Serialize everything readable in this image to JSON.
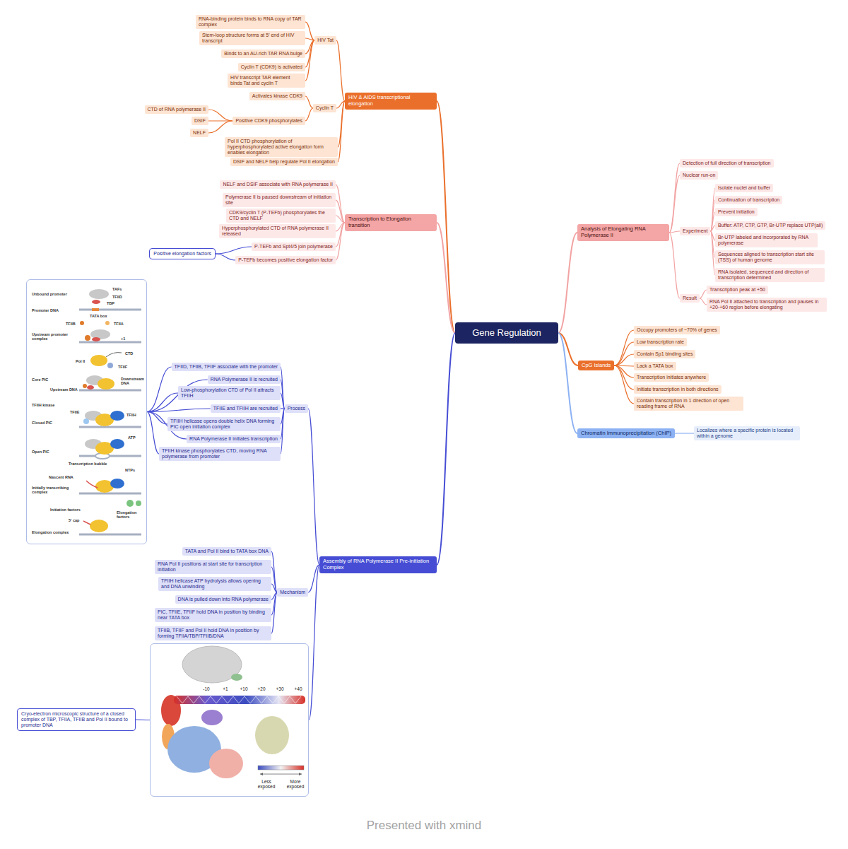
{
  "diagram": {
    "nodes": [
      {
        "text": [
          "Gene Regulation"
        ]
      },
      {
        "text": [
          "HIV & AIDS transcriptional elongation"
        ]
      },
      {
        "text": [
          "HIV Tat"
        ]
      },
      {
        "text": [
          "RNA-binding protein binds to RNA copy of TAR complex"
        ]
      },
      {
        "text": [
          "Stem-loop structure forms at 5' end of HIV transcript"
        ]
      },
      {
        "text": [
          "Binds to an AU-rich TAR RNA bulge"
        ]
      },
      {
        "text": [
          "Cyclin T (CDK9) is activated"
        ]
      },
      {
        "text": [
          "HIV transcript TAR element binds Tat and cyclin T"
        ]
      },
      {
        "text": [
          "Cyclin T"
        ]
      },
      {
        "text": [
          "Activates kinase CDK9"
        ]
      },
      {
        "text": [
          "Positive CDK9 phosphorylates"
        ]
      },
      {
        "text": [
          "CTD of RNA polymerase II"
        ]
      },
      {
        "text": [
          "DSIF"
        ]
      },
      {
        "text": [
          "NELF"
        ]
      },
      {
        "text": [
          "Pol II CTD phosphorylation of hyperphosphorylated active elongation form enables elongation"
        ]
      },
      {
        "text": [
          "DSIF and NELF help regulate Pol II elongation"
        ]
      },
      {
        "text": [
          "Transcription to Elongation transition"
        ]
      },
      {
        "text": [
          "NELF and DSIF associate with RNA polymerase II"
        ]
      },
      {
        "text": [
          "Polymerase II is paused downstream of initiation site"
        ]
      },
      {
        "text": [
          "CDK9/cyclin T (P-TEFb) phosphorylates the CTD and NELF"
        ]
      },
      {
        "text": [
          "Hyperphosphorylated CTD of RNA polymerase II released"
        ]
      },
      {
        "text": [
          "P-TEFb and Spt4/5 join polymerase"
        ]
      },
      {
        "text": [
          "P-TEFb becomes positive elongation factor"
        ]
      },
      {
        "text": [
          "Positive elongation factors"
        ]
      },
      {
        "text": [
          "Assembly of RNA Polymerase II Pre-initiation Complex"
        ]
      },
      {
        "text": [
          "Process"
        ]
      },
      {
        "text": [
          "TFIID, TFIIB, TFIIF associate with the promoter"
        ]
      },
      {
        "text": [
          "RNA Polymerase II is recruited"
        ]
      },
      {
        "text": [
          "Low-phosphorylation CTD of Pol II attracts TFIIH"
        ]
      },
      {
        "text": [
          "TFIIE and TFIIH are recruited"
        ]
      },
      {
        "text": [
          "TFIIH helicase opens double helix DNA forming PIC open initiation complex"
        ]
      },
      {
        "text": [
          "RNA Polymerase II initiates transcription"
        ]
      },
      {
        "text": [
          "TFIIH kinase phosphorylates CTD, moving RNA polymerase from promoter"
        ]
      },
      {
        "text": [
          "Unbound promoter",
          "TAFs",
          "TBP",
          "TFIID",
          "Promoter DNA",
          "TATA box",
          "TFIIB",
          "TFIIA",
          "Upstream promoter complex",
          "+1",
          "Pol II",
          "CTD",
          "TFIIF",
          "Core PIC",
          "Upstream DNA",
          "Downstream DNA",
          "TFIIE",
          "TFIIH kinase",
          "TFIIH",
          "Closed PIC",
          "ATP",
          "Open PIC",
          "Transcription bubble",
          "NTPs",
          "Nascent RNA",
          "Initially transcribing complex",
          "Elongation factors",
          "Initiation factors",
          "5' cap",
          "Elongation complex"
        ]
      },
      {
        "text": [
          "Mechanism"
        ]
      },
      {
        "text": [
          "TATA and Pol II bind to TATA box DNA"
        ]
      },
      {
        "text": [
          "RNA Pol II positions at start site for transcription initiation"
        ]
      },
      {
        "text": [
          "TFIIH helicase ATP hydrolysis allows opening and DNA unwinding"
        ]
      },
      {
        "text": [
          "DNA is pulled down into RNA polymerase"
        ]
      },
      {
        "text": [
          "PIC, TFIIE, TFIIF hold DNA in position by binding near TATA box"
        ]
      },
      {
        "text": [
          "TFIIB, TFIIF and Pol II hold DNA in position by forming TFIIA/TBP/TFIIB/DNA"
        ]
      },
      {
        "text": [
          "-10",
          "+1",
          "+10",
          "+20",
          "+30",
          "+40",
          "Less exposed",
          "More exposed"
        ]
      },
      {
        "text": [
          "Cryo-electron microscopic structure of a closed complex of TBP, TFIIA, TFIIB and Pol II bound to promoter DNA"
        ]
      },
      {
        "text": [
          "Analysis of Elongating RNA Polymerase II"
        ]
      },
      {
        "text": [
          "Detection of full direction of transcription"
        ]
      },
      {
        "text": [
          "Nuclear run-on"
        ]
      },
      {
        "text": [
          "Experiment"
        ]
      },
      {
        "text": [
          "Isolate nuclei and buffer"
        ]
      },
      {
        "text": [
          "Continuation of transcription"
        ]
      },
      {
        "text": [
          "Prevent initiation"
        ]
      },
      {
        "text": [
          "Buffer: ATP, CTP, GTP, Br-UTP replace UTP(all)"
        ]
      },
      {
        "text": [
          "Br-UTP labeled and incorporated by RNA polymerase"
        ]
      },
      {
        "text": [
          "Sequences aligned to transcription start site (TSS) of human genome"
        ]
      },
      {
        "text": [
          "RNA isolated, sequenced and direction of transcription determined"
        ]
      },
      {
        "text": [
          "Result"
        ]
      },
      {
        "text": [
          "Transcription peak at +50"
        ]
      },
      {
        "text": [
          "RNA Pol II attached to transcription and pauses in +20-+60 region before elongating"
        ]
      },
      {
        "text": [
          "CpG Islands"
        ]
      },
      {
        "text": [
          "Occupy promoters of ~70% of genes"
        ]
      },
      {
        "text": [
          "Low transcription rate"
        ]
      },
      {
        "text": [
          "Contain Sp1 binding sites"
        ]
      },
      {
        "text": [
          "Lack a TATA box"
        ]
      },
      {
        "text": [
          "Transcription initiates anywhere"
        ]
      },
      {
        "text": [
          "Initiate transcription in both directions"
        ]
      },
      {
        "text": [
          "Contain transcription in 1 direction of open reading frame of RNA"
        ]
      },
      {
        "text": [
          "Chromatin Immunoprecipitation (ChIP)"
        ]
      },
      {
        "text": [
          "Localizes where a specific protein is located within a genome"
        ]
      }
    ],
    "edges": [
      {
        "from": 0,
        "to": 1,
        "arrow": "none"
      },
      {
        "from": 0,
        "to": 16,
        "arrow": "none"
      },
      {
        "from": 0,
        "to": 24,
        "arrow": "none"
      },
      {
        "from": 0,
        "to": 43,
        "arrow": "none"
      },
      {
        "from": 0,
        "to": 57,
        "arrow": "none"
      },
      {
        "from": 0,
        "to": 65,
        "arrow": "none"
      },
      {
        "from": 1,
        "to": 2,
        "arrow": "none"
      },
      {
        "from": 1,
        "to": 8,
        "arrow": "none"
      },
      {
        "from": 1,
        "to": 14,
        "arrow": "none"
      },
      {
        "from": 1,
        "to": 15,
        "arrow": "none"
      },
      {
        "from": 2,
        "to": 3,
        "arrow": "none"
      },
      {
        "from": 2,
        "to": 4,
        "arrow": "none"
      },
      {
        "from": 2,
        "to": 5,
        "arrow": "none"
      },
      {
        "from": 2,
        "to": 6,
        "arrow": "none"
      },
      {
        "from": 2,
        "to": 7,
        "arrow": "none"
      },
      {
        "from": 8,
        "to": 9,
        "arrow": "none"
      },
      {
        "from": 8,
        "to": 10,
        "arrow": "none"
      },
      {
        "from": 10,
        "to": 11,
        "arrow": "none"
      },
      {
        "from": 10,
        "to": 12,
        "arrow": "none"
      },
      {
        "from": 10,
        "to": 13,
        "arrow": "none"
      },
      {
        "from": 16,
        "to": 17,
        "arrow": "none"
      },
      {
        "from": 16,
        "to": 18,
        "arrow": "none"
      },
      {
        "from": 16,
        "to": 19,
        "arrow": "none"
      },
      {
        "from": 16,
        "to": 20,
        "arrow": "none"
      },
      {
        "from": 16,
        "to": 21,
        "arrow": "none"
      },
      {
        "from": 16,
        "to": 22,
        "arrow": "none"
      },
      {
        "from": 21,
        "to": 23,
        "arrow": "none"
      },
      {
        "from": 22,
        "to": 23,
        "arrow": "none"
      },
      {
        "from": 24,
        "to": 25,
        "arrow": "none"
      },
      {
        "from": 24,
        "to": 34,
        "arrow": "none"
      },
      {
        "from": 24,
        "to": 41,
        "arrow": "none"
      },
      {
        "from": 25,
        "to": 26,
        "arrow": "none"
      },
      {
        "from": 25,
        "to": 27,
        "arrow": "none"
      },
      {
        "from": 25,
        "to": 28,
        "arrow": "none"
      },
      {
        "from": 25,
        "to": 29,
        "arrow": "none"
      },
      {
        "from": 25,
        "to": 30,
        "arrow": "none"
      },
      {
        "from": 25,
        "to": 31,
        "arrow": "none"
      },
      {
        "from": 25,
        "to": 32,
        "arrow": "none"
      },
      {
        "from": 26,
        "to": 33,
        "arrow": "none"
      },
      {
        "from": 27,
        "to": 33,
        "arrow": "none"
      },
      {
        "from": 28,
        "to": 33,
        "arrow": "none"
      },
      {
        "from": 29,
        "to": 33,
        "arrow": "none"
      },
      {
        "from": 30,
        "to": 33,
        "arrow": "none"
      },
      {
        "from": 31,
        "to": 33,
        "arrow": "none"
      },
      {
        "from": 32,
        "to": 33,
        "arrow": "none"
      },
      {
        "from": 34,
        "to": 35,
        "arrow": "none"
      },
      {
        "from": 34,
        "to": 36,
        "arrow": "none"
      },
      {
        "from": 34,
        "to": 37,
        "arrow": "none"
      },
      {
        "from": 34,
        "to": 38,
        "arrow": "none"
      },
      {
        "from": 34,
        "to": 39,
        "arrow": "none"
      },
      {
        "from": 34,
        "to": 40,
        "arrow": "none"
      },
      {
        "from": 41,
        "to": 42,
        "arrow": "none"
      },
      {
        "from": 43,
        "to": 44,
        "arrow": "none"
      },
      {
        "from": 43,
        "to": 45,
        "arrow": "none"
      },
      {
        "from": 43,
        "to": 46,
        "arrow": "none"
      },
      {
        "from": 43,
        "to": 54,
        "arrow": "none"
      },
      {
        "from": 46,
        "to": 47,
        "arrow": "none"
      },
      {
        "from": 46,
        "to": 48,
        "arrow": "none"
      },
      {
        "from": 46,
        "to": 49,
        "arrow": "none"
      },
      {
        "from": 46,
        "to": 50,
        "arrow": "none"
      },
      {
        "from": 46,
        "to": 51,
        "arrow": "none"
      },
      {
        "from": 46,
        "to": 52,
        "arrow": "none"
      },
      {
        "from": 46,
        "to": 53,
        "arrow": "none"
      },
      {
        "from": 54,
        "to": 55,
        "arrow": "none"
      },
      {
        "from": 54,
        "to": 56,
        "arrow": "none"
      },
      {
        "from": 57,
        "to": 58,
        "arrow": "none"
      },
      {
        "from": 57,
        "to": 59,
        "arrow": "none"
      },
      {
        "from": 57,
        "to": 60,
        "arrow": "none"
      },
      {
        "from": 57,
        "to": 61,
        "arrow": "none"
      },
      {
        "from": 57,
        "to": 62,
        "arrow": "none"
      },
      {
        "from": 57,
        "to": 63,
        "arrow": "none"
      },
      {
        "from": 57,
        "to": 64,
        "arrow": "none"
      },
      {
        "from": 65,
        "to": 66,
        "arrow": "none"
      }
    ],
    "labels": [
      "Presented with xmind"
    ]
  }
}
